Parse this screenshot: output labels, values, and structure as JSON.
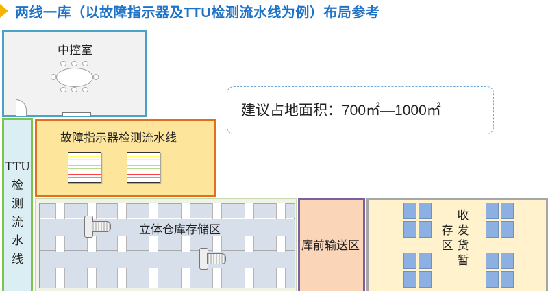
{
  "title": "两线一库（以故障指示器及TTU检测流水线为例）布局参考",
  "colors": {
    "title": "#1e73c8",
    "title_arrow": "#f5b400",
    "control_room_border": "#4aa3c5",
    "ttu_border": "#7ec34a",
    "fault_line_border": "#e1701e",
    "fault_line_fill": "#fde59c",
    "conveyor_border": "#7b5fa2",
    "conveyor_fill": "#fbd5b8",
    "temp_storage_fill": "#fff2cc",
    "pallet": "#8db0e2"
  },
  "zones": {
    "control_room": {
      "label": "中控室"
    },
    "area_note": {
      "text": "建议占地面积：700㎡—1000㎡"
    },
    "ttu_line": {
      "label_lines": [
        "TTU",
        "检",
        "测",
        "流",
        "水",
        "线"
      ]
    },
    "fault_indicator_line": {
      "label": "故障指示器检测流水线",
      "stations": 2,
      "stripe_colors": [
        "#ffff66",
        "#b8dc8c",
        "#ff4040"
      ]
    },
    "storage": {
      "label": "立体仓库存储区"
    },
    "conveyor": {
      "label": "库前输送区"
    },
    "temp_storage": {
      "label_col1": [
        "收",
        "发",
        "货",
        "暂"
      ],
      "label_col2": [
        "存",
        "区"
      ]
    }
  }
}
